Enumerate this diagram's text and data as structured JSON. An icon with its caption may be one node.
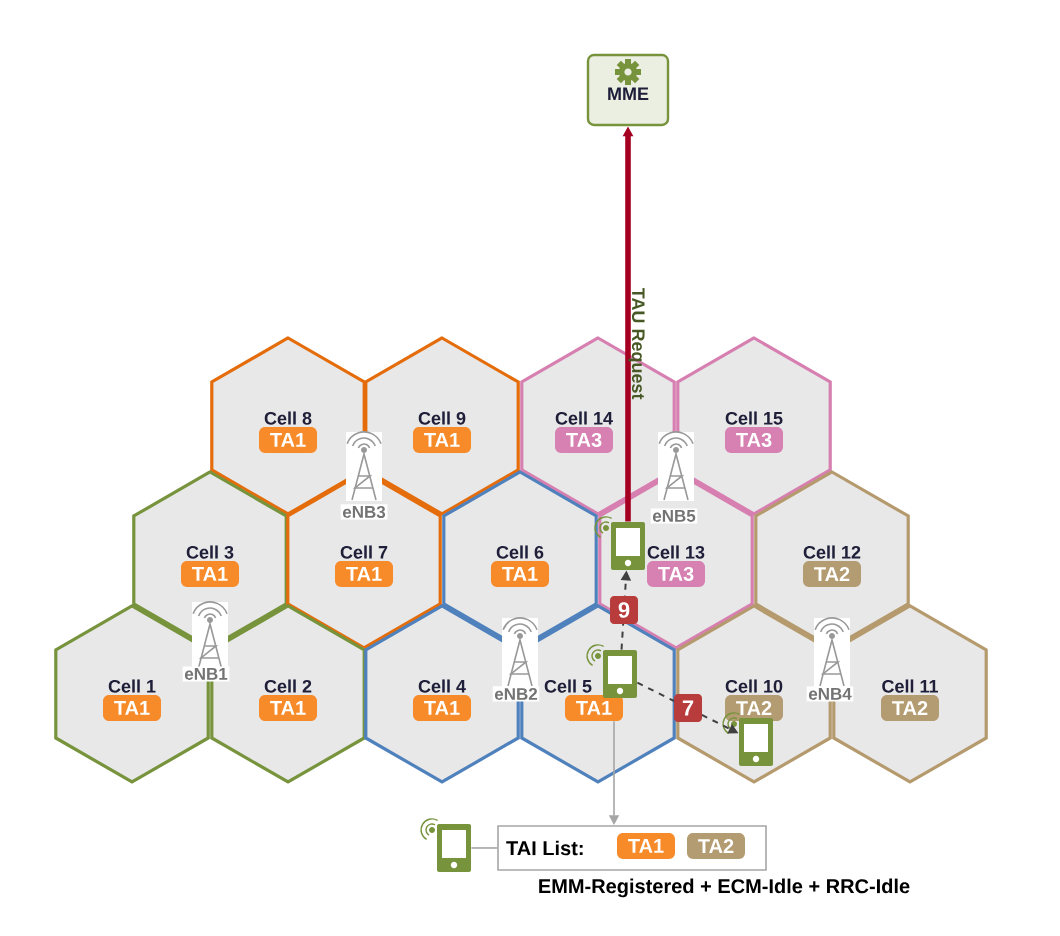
{
  "diagram": {
    "nodes": [
      {
        "text": [
          "MME"
        ]
      },
      {
        "text": [
          "Cell 8"
        ]
      },
      {
        "text": [
          "TA1"
        ],
        "in": 1
      },
      {
        "text": [
          "Cell 9"
        ]
      },
      {
        "text": [
          "TA1"
        ],
        "in": 3
      },
      {
        "text": [
          "Cell 14"
        ]
      },
      {
        "text": [
          "TA3"
        ],
        "in": 5
      },
      {
        "text": [
          "Cell 15"
        ]
      },
      {
        "text": [
          "TA3"
        ],
        "in": 7
      },
      {
        "text": [
          "Cell 3"
        ]
      },
      {
        "text": [
          "TA1"
        ],
        "in": 9
      },
      {
        "text": [
          "Cell 7"
        ]
      },
      {
        "text": [
          "TA1"
        ],
        "in": 11
      },
      {
        "text": [
          "Cell 6"
        ]
      },
      {
        "text": [
          "TA1"
        ],
        "in": 13
      },
      {
        "text": [
          "Cell 13"
        ]
      },
      {
        "text": [
          "TA3"
        ],
        "in": 15
      },
      {
        "text": [
          "Cell 12"
        ]
      },
      {
        "text": [
          "TA2"
        ],
        "in": 17
      },
      {
        "text": [
          "Cell 1"
        ]
      },
      {
        "text": [
          "TA1"
        ],
        "in": 19
      },
      {
        "text": [
          "Cell 2"
        ]
      },
      {
        "text": [
          "TA1"
        ],
        "in": 21
      },
      {
        "text": [
          "Cell 4"
        ]
      },
      {
        "text": [
          "TA1"
        ],
        "in": 23
      },
      {
        "text": [
          "Cell 5"
        ]
      },
      {
        "text": [
          "TA1"
        ],
        "in": 25
      },
      {
        "text": [
          "Cell 10"
        ]
      },
      {
        "text": [
          "TA2"
        ],
        "in": 27
      },
      {
        "text": [
          "Cell 11"
        ]
      },
      {
        "text": [
          "TA2"
        ],
        "in": 29
      },
      {
        "text": [],
        "shape": "phone",
        "in": 15
      },
      {
        "text": [],
        "shape": "phone",
        "in": 25
      },
      {
        "text": [],
        "shape": "phone",
        "in": 27
      },
      {
        "text": [],
        "shape": "phone"
      },
      {
        "text": [
          "TAI List:"
        ]
      },
      {
        "text": [
          "TA1"
        ],
        "in": 35
      },
      {
        "text": [
          "TA2"
        ],
        "in": 35
      }
    ],
    "edges": [
      {
        "from": 32,
        "to": 31,
        "arrow": "to",
        "style": "dashed",
        "label": "9"
      },
      {
        "from": 32,
        "to": 33,
        "arrow": "to",
        "style": "dashed",
        "label": "7"
      },
      {
        "from": 31,
        "to": 0,
        "arrow": "to",
        "style": "thick",
        "color": "#a50021",
        "label": "TAU Request"
      },
      {
        "from": 26,
        "to": 35,
        "arrow": "to",
        "color": "#a6a6a6"
      },
      {
        "from": 34,
        "to": 35,
        "arrow": "none",
        "color": "#a6a6a6"
      }
    ],
    "labels": [
      "eNB3",
      "eNB5",
      "eNB1",
      "eNB2",
      "eNB4",
      "EMM-Registered + ECM-Idle + RRC-Idle"
    ]
  }
}
